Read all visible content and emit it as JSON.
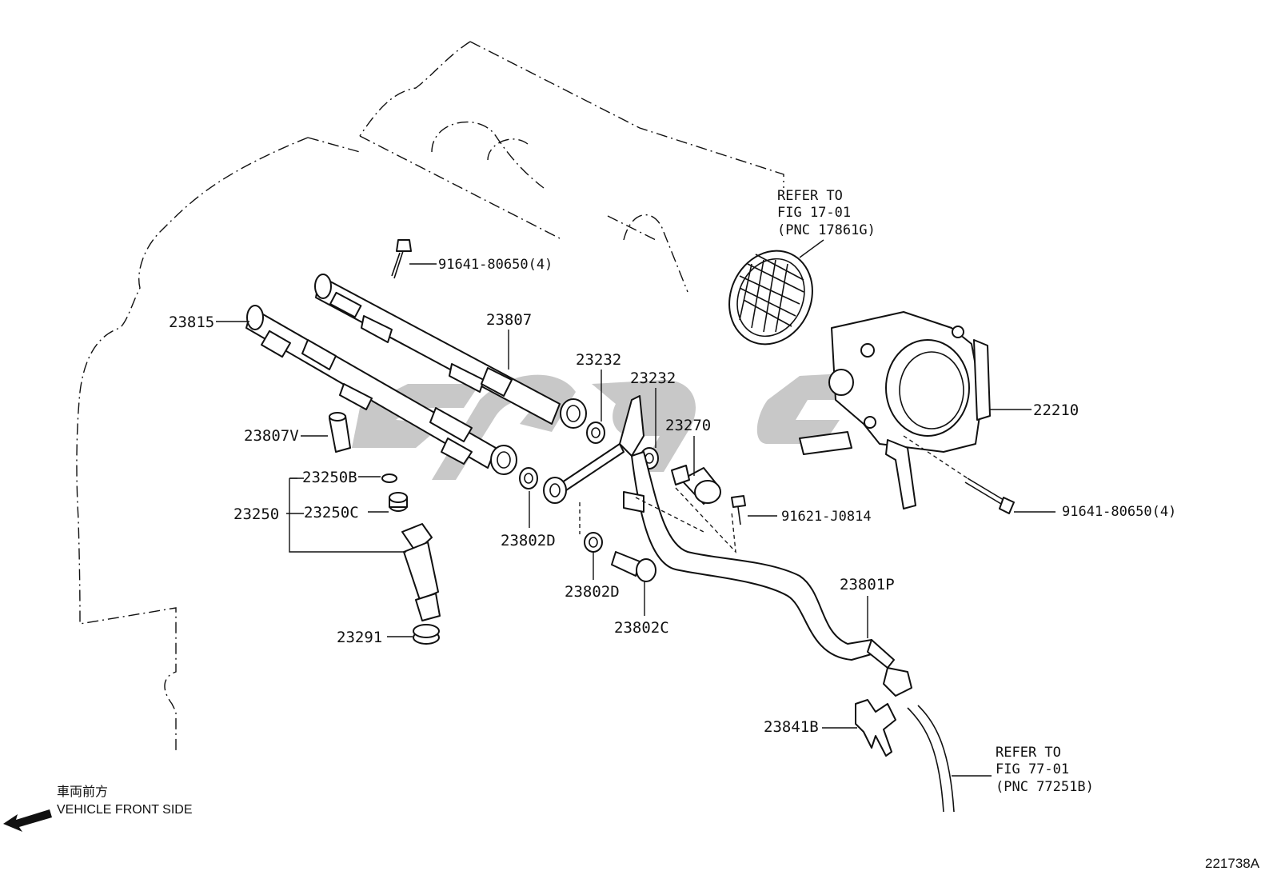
{
  "labels": {
    "p23815": "23815",
    "p23807": "23807",
    "p23807v": "23807V",
    "p23250b": "23250B",
    "p23250": "23250",
    "p23250c": "23250C",
    "p23291": "23291",
    "p23232_a": "23232",
    "p23232_b": "23232",
    "p23270": "23270",
    "p23802d_a": "23802D",
    "p23802d_b": "23802D",
    "p23802c": "23802C",
    "p23801p": "23801P",
    "p23841b": "23841B",
    "p22210": "22210",
    "bolt_rail": "91641-80650(4)",
    "bolt_throttle": "91641-80650(4)",
    "bolt_small": "91621-J0814"
  },
  "refer_notes": {
    "top": [
      "REFER TO",
      "FIG 17-01",
      "(PNC 17861G)"
    ],
    "bottom": [
      "REFER TO",
      "FIG 77-01",
      "(PNC 77251B)"
    ]
  },
  "front_indicator": {
    "japanese": "車両前方",
    "english": "VEHICLE FRONT SIDE"
  },
  "figure_id": "221738A"
}
